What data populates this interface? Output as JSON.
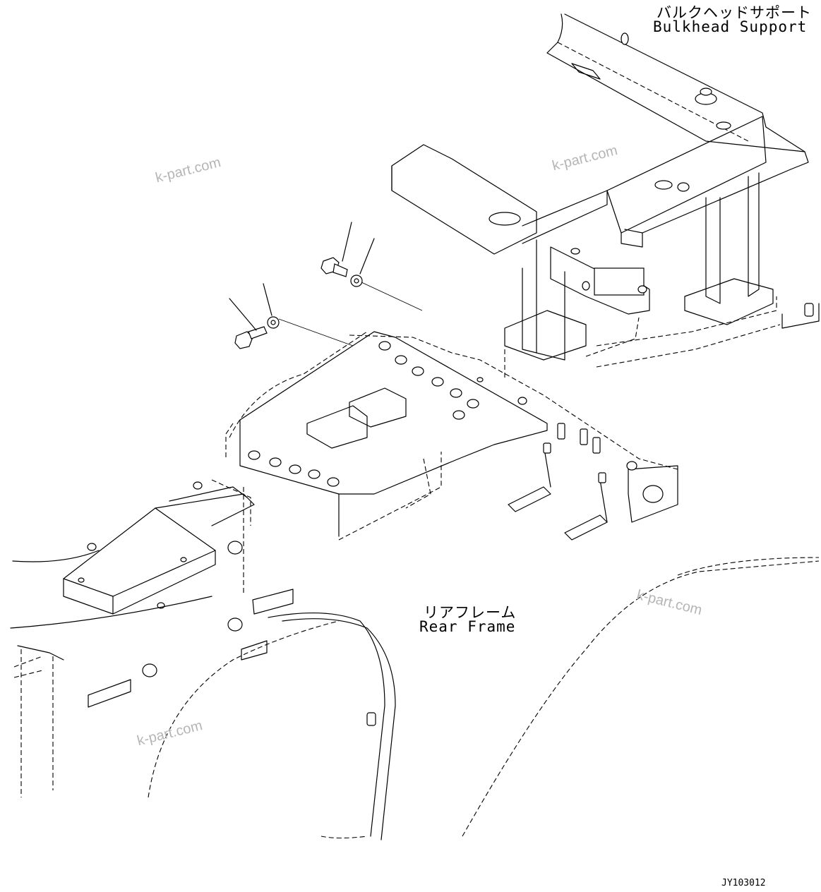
{
  "labels": {
    "bulkhead_jp": "バルクヘッドサポート",
    "bulkhead_en": "Bulkhead Support",
    "rear_frame_jp": "リアフレーム",
    "rear_frame_en": "Rear Frame",
    "drawing_code": "JY103012"
  },
  "watermarks": [
    "k-part.com",
    "k-part.com",
    "k-part.com",
    "k-part.com"
  ]
}
